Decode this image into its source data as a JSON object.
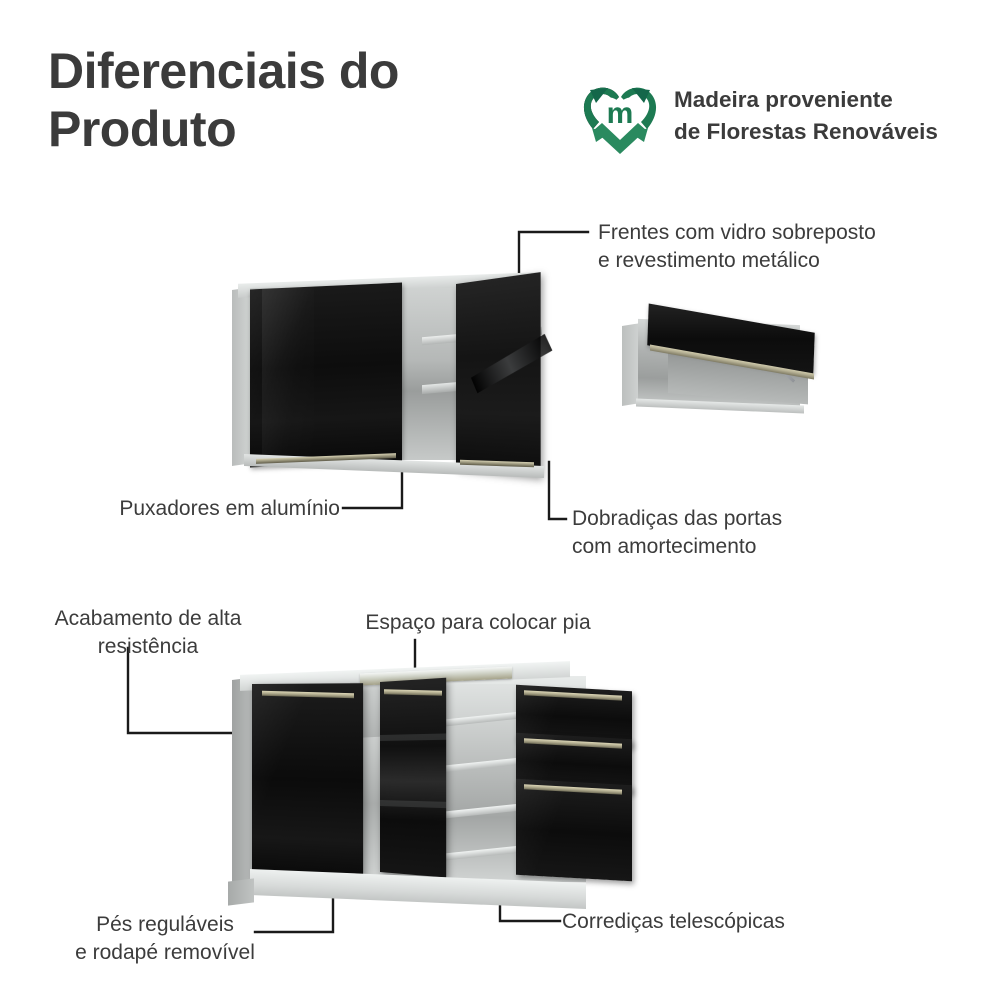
{
  "header": {
    "title": "Diferenciais do\nProduto",
    "eco_badge": {
      "icon": "recycling-heart-icon",
      "monogram": "m",
      "text": "Madeira proveniente\nde Florestas Renováveis",
      "color": "#1f7a54"
    }
  },
  "callouts": [
    {
      "id": "frentes-vidro",
      "text": "Frentes com vidro sobreposto\ne revestimento metálico",
      "align": "left"
    },
    {
      "id": "puxadores-aluminio",
      "text": "Puxadores em alumínio",
      "align": "right"
    },
    {
      "id": "dobradicas-portas",
      "text": "Dobradiças das portas\ncom amortecimento",
      "align": "left"
    },
    {
      "id": "acabamento-resistencia",
      "text": "Acabamento de alta\nresistência",
      "align": "center"
    },
    {
      "id": "espaco-pia",
      "text": "Espaço para colocar pia",
      "align": "center"
    },
    {
      "id": "pes-regulaveis",
      "text": "Pés reguláveis\ne rodapé removível",
      "align": "center"
    },
    {
      "id": "corredicas-telescopicas",
      "text": "Corrediças telescópicas",
      "align": "left"
    }
  ],
  "products": [
    {
      "id": "upper-wall-cabinet",
      "name": "Armário aéreo com duas portas",
      "body_color": "#c6c9c8",
      "door_color": "#101010",
      "handle_color": "#b5b094"
    },
    {
      "id": "small-wall-cabinet",
      "name": "Armário aéreo basculante",
      "body_color": "#c3c6c5",
      "door_color": "#121212",
      "handle_color": "#b5b094"
    },
    {
      "id": "base-cabinet",
      "name": "Balcão com portas e gavetas",
      "body_color": "#c6c9c8",
      "door_color": "#101010",
      "handle_color": "#b5b094",
      "drawer_count": 3,
      "door_count": 2
    }
  ],
  "theme": {
    "background": "#ffffff",
    "text_color": "#3c3c3c",
    "title_color": "#3b3b3b",
    "leader_line_color": "#1a1a1a"
  }
}
